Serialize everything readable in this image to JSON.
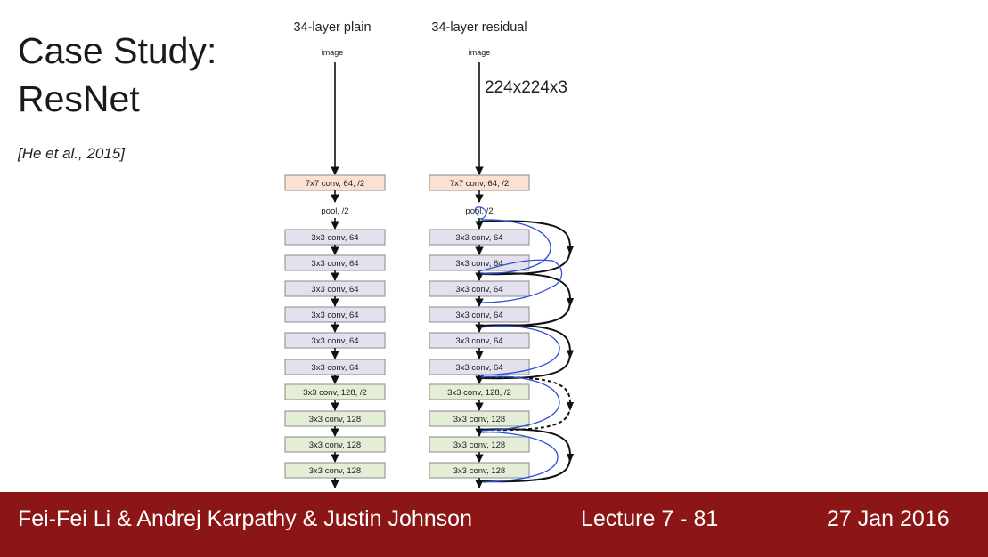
{
  "slide": {
    "title_line1": "Case Study:",
    "title_line2": "ResNet",
    "citation": "[He et al., 2015]"
  },
  "diagram": {
    "annotation": "224x224x3",
    "plain": {
      "header": "34-layer plain",
      "input": "image",
      "layers": [
        {
          "label": "7x7 conv, 64, /2",
          "color": "#fbe0d4"
        },
        {
          "label": "pool, /2",
          "color": "none"
        },
        {
          "label": "3x3 conv, 64",
          "color": "#e3e1ee"
        },
        {
          "label": "3x3 conv, 64",
          "color": "#e3e1ee"
        },
        {
          "label": "3x3 conv, 64",
          "color": "#e3e1ee"
        },
        {
          "label": "3x3 conv, 64",
          "color": "#e3e1ee"
        },
        {
          "label": "3x3 conv, 64",
          "color": "#e3e1ee"
        },
        {
          "label": "3x3 conv, 64",
          "color": "#e3e1ee"
        },
        {
          "label": "3x3 conv, 128, /2",
          "color": "#e4edd5"
        },
        {
          "label": "3x3 conv, 128",
          "color": "#e4edd5"
        },
        {
          "label": "3x3 conv, 128",
          "color": "#e4edd5"
        },
        {
          "label": "3x3 conv, 128",
          "color": "#e4edd5"
        }
      ]
    },
    "residual": {
      "header": "34-layer residual",
      "input": "image",
      "layers": [
        {
          "label": "7x7 conv, 64, /2",
          "color": "#fbe0d4"
        },
        {
          "label": "pool, /2",
          "color": "none"
        },
        {
          "label": "3x3 conv, 64",
          "color": "#e3e1ee"
        },
        {
          "label": "3x3 conv, 64",
          "color": "#e3e1ee"
        },
        {
          "label": "3x3 conv, 64",
          "color": "#e3e1ee"
        },
        {
          "label": "3x3 conv, 64",
          "color": "#e3e1ee"
        },
        {
          "label": "3x3 conv, 64",
          "color": "#e3e1ee"
        },
        {
          "label": "3x3 conv, 64",
          "color": "#e3e1ee"
        },
        {
          "label": "3x3 conv, 128, /2",
          "color": "#e4edd5"
        },
        {
          "label": "3x3 conv, 128",
          "color": "#e4edd5"
        },
        {
          "label": "3x3 conv, 128",
          "color": "#e4edd5"
        },
        {
          "label": "3x3 conv, 128",
          "color": "#e4edd5"
        }
      ],
      "skip_connections": [
        {
          "from_layer": 1,
          "to_layer": 3,
          "style": "solid"
        },
        {
          "from_layer": 3,
          "to_layer": 5,
          "style": "solid"
        },
        {
          "from_layer": 5,
          "to_layer": 7,
          "style": "solid"
        },
        {
          "from_layer": 7,
          "to_layer": 9,
          "style": "dashed"
        },
        {
          "from_layer": 9,
          "to_layer": 11,
          "style": "solid"
        }
      ]
    },
    "colors": {
      "arrow": "#111111",
      "box_border": "#8a8a8a",
      "pen": "#2b4fd8"
    }
  },
  "footer": {
    "authors": "Fei-Fei Li & Andrej Karpathy & Justin Johnson",
    "lecture": "Lecture 7 - 81",
    "date": "27 Jan 2016",
    "background": "#8c1515"
  }
}
